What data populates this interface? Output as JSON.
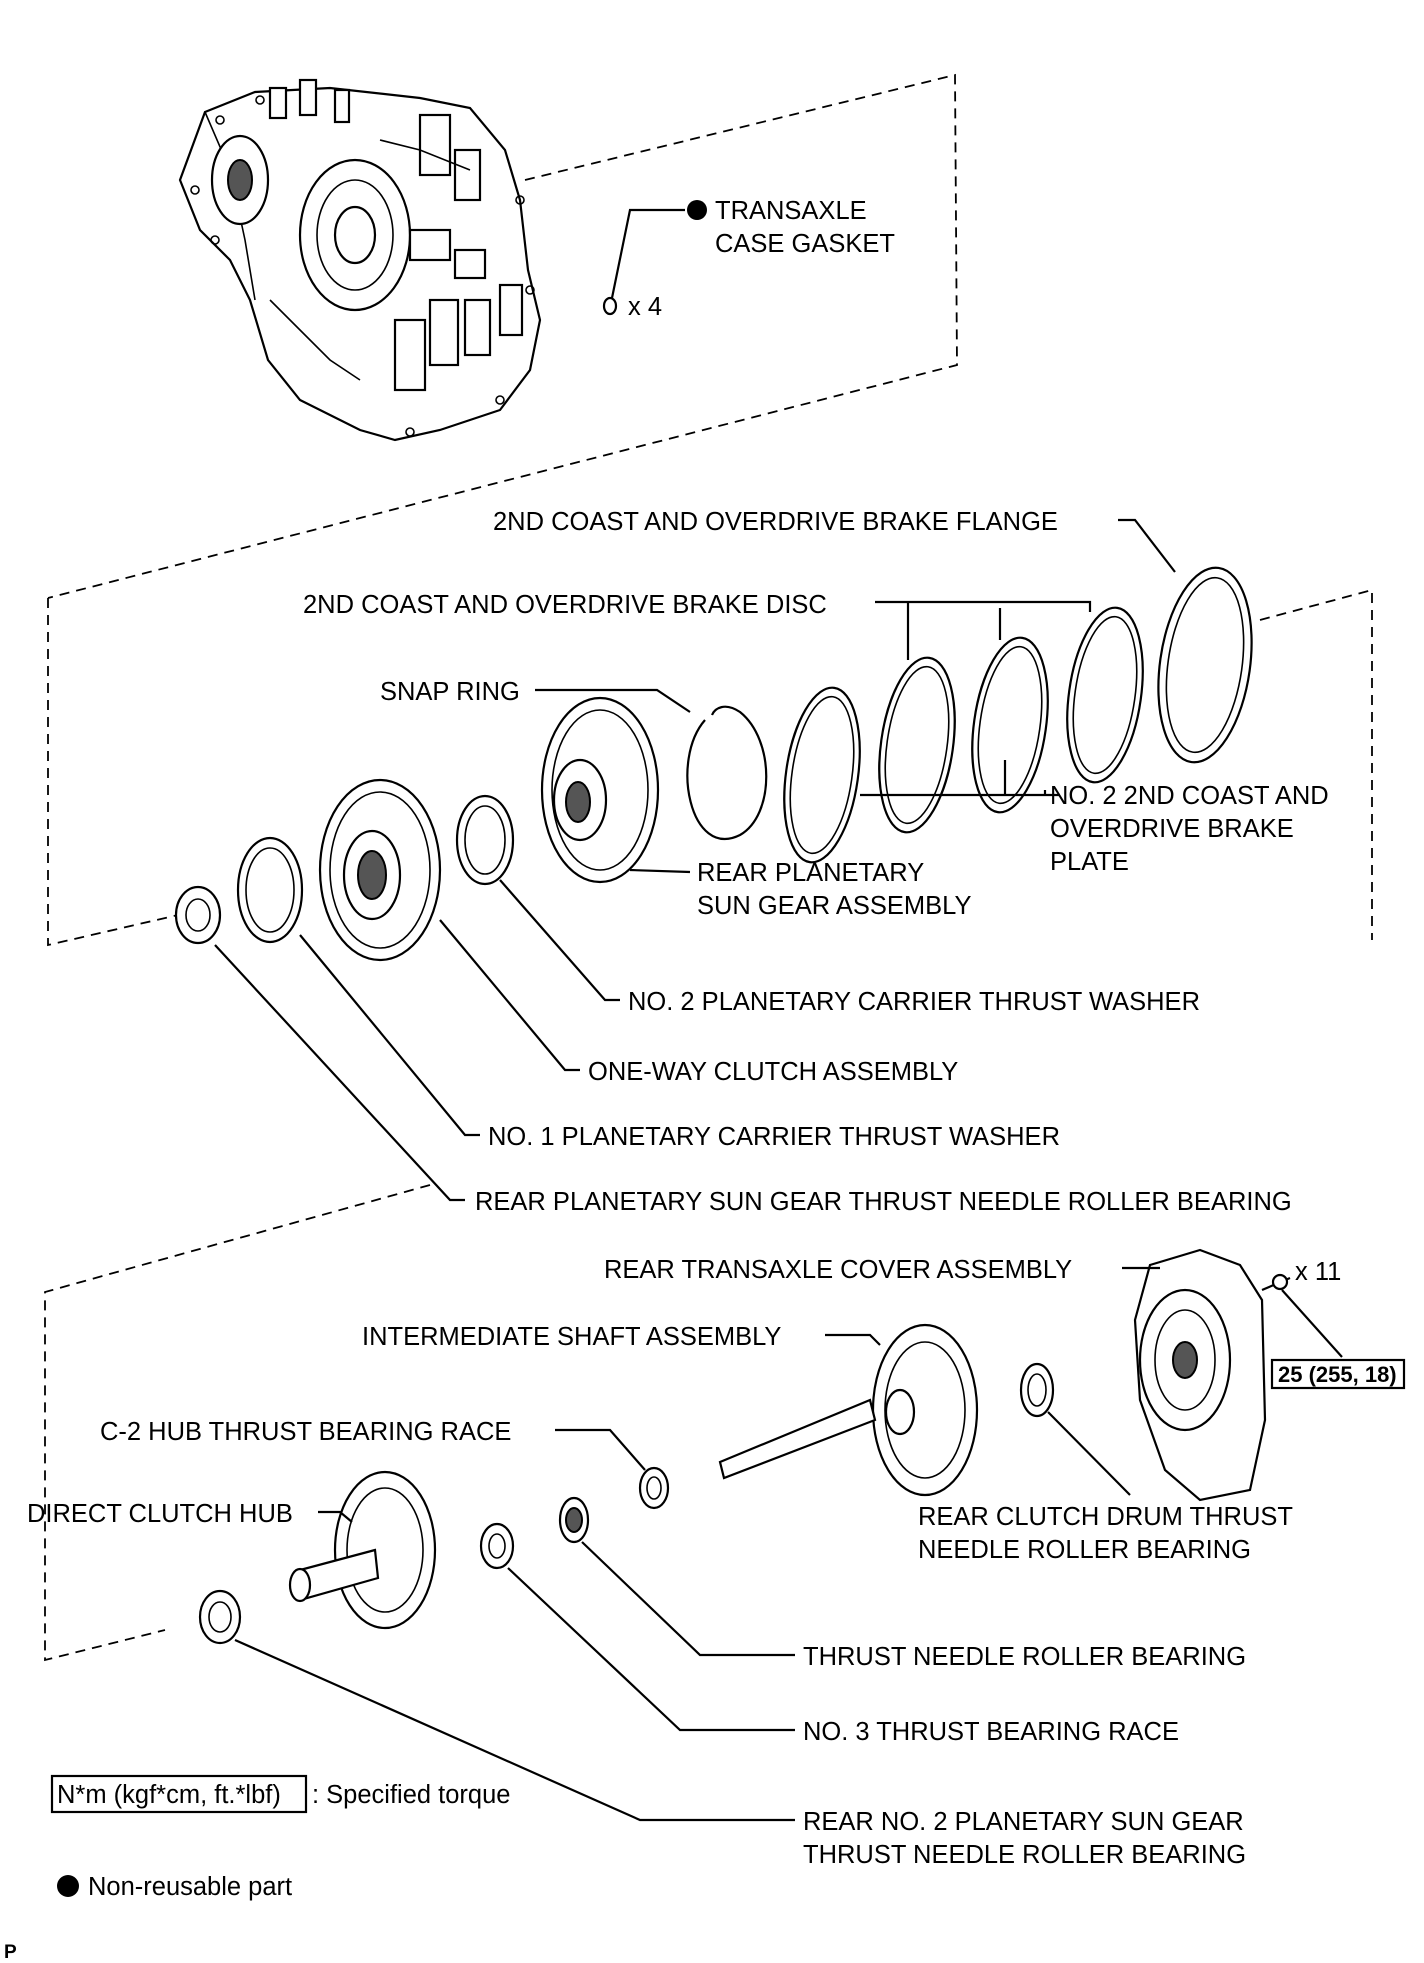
{
  "labels": {
    "transaxle_case_gasket": [
      "TRANSAXLE",
      "CASE GASKET"
    ],
    "gasket_qty": "x 4",
    "brake_flange": "2ND COAST AND OVERDRIVE BRAKE FLANGE",
    "brake_disc": "2ND COAST AND OVERDRIVE BRAKE DISC",
    "snap_ring": "SNAP RING",
    "brake_plate": [
      "NO. 2 2ND COAST AND",
      "OVERDRIVE BRAKE",
      "PLATE"
    ],
    "rear_planetary_sun_gear": [
      "REAR PLANETARY",
      "SUN GEAR ASSEMBLY"
    ],
    "no2_carrier_washer": "NO. 2 PLANETARY CARRIER THRUST WASHER",
    "one_way_clutch": "ONE-WAY CLUTCH ASSEMBLY",
    "no1_carrier_washer": "NO. 1 PLANETARY CARRIER THRUST WASHER",
    "sun_gear_bearing": "REAR PLANETARY SUN GEAR THRUST NEEDLE ROLLER BEARING",
    "rear_cover": "REAR TRANSAXLE COVER ASSEMBLY",
    "bolt_qty": "x 11",
    "torque_value": "25 (255, 18)",
    "intermediate_shaft": "INTERMEDIATE SHAFT ASSEMBLY",
    "c2_race": "C-2 HUB THRUST BEARING RACE",
    "direct_clutch_hub": "DIRECT CLUTCH HUB",
    "rear_clutch_bearing": [
      "REAR CLUTCH DRUM THRUST",
      "NEEDLE ROLLER BEARING"
    ],
    "thrust_bearing": "THRUST NEEDLE ROLLER BEARING",
    "no3_race": "NO. 3 THRUST BEARING RACE",
    "rear_no2_bearing": [
      "REAR NO. 2 PLANETARY SUN GEAR",
      "THRUST NEEDLE ROLLER BEARING"
    ]
  },
  "legend": {
    "torque_unit": "N*m (kgf*cm, ft.*lbf)",
    "torque_desc": ": Specified torque",
    "nonreusable": "Non-reusable part"
  },
  "figure_ref": "P"
}
